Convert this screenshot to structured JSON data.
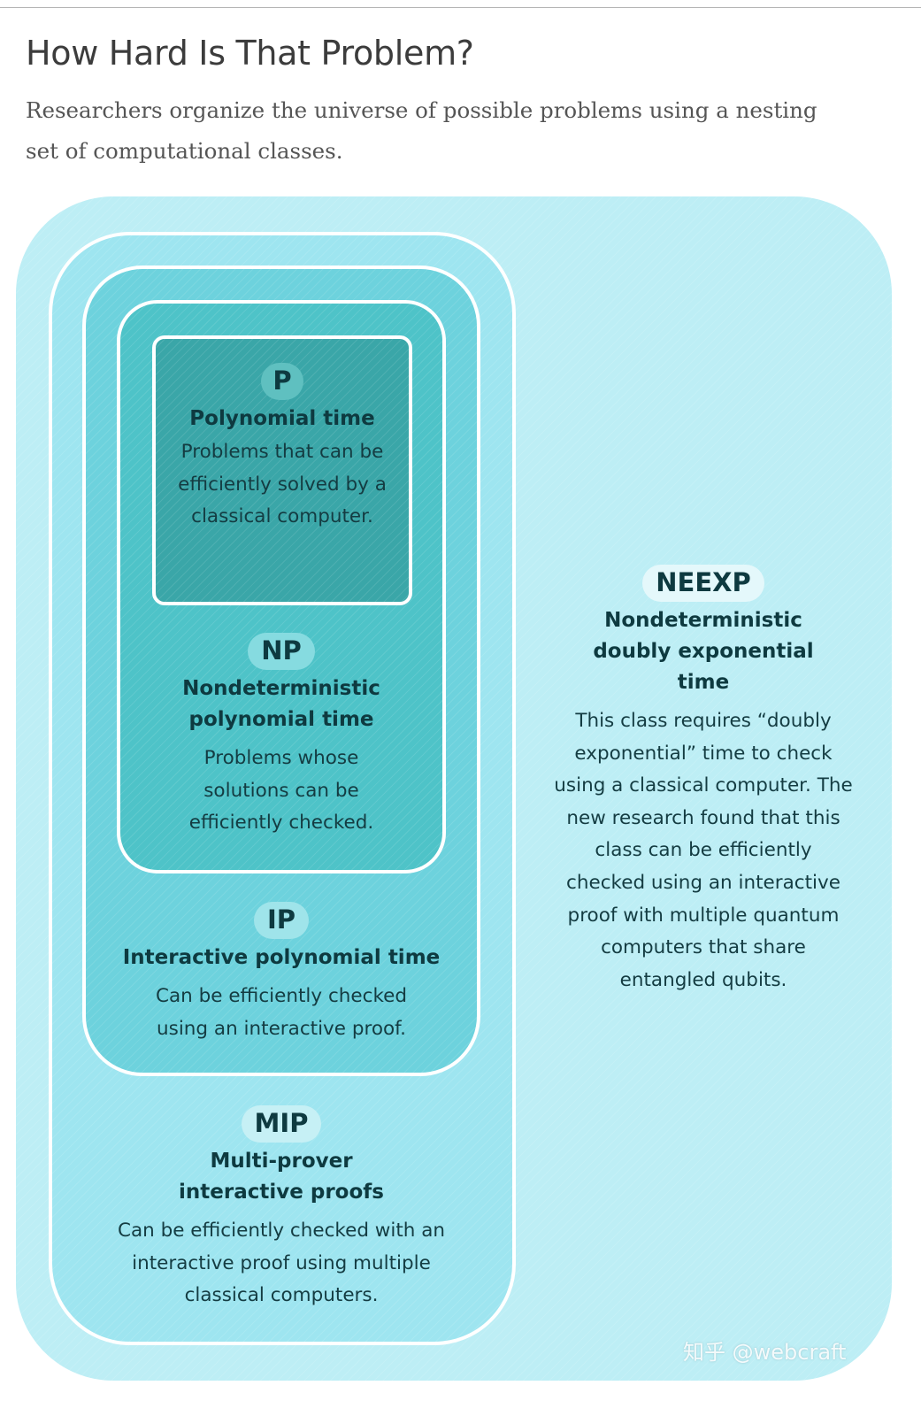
{
  "header": {
    "title": "How Hard Is That Problem?",
    "subtitle": "Researchers organize the universe of possible problems using a nesting set of computational classes."
  },
  "classes": {
    "p": {
      "badge": "P",
      "name": "Polynomial time",
      "description": "Problems that can be efficiently solved by a classical computer."
    },
    "np": {
      "badge": "NP",
      "name": "Nondeterministic polynomial time",
      "description": "Problems whose solutions can be efficiently checked."
    },
    "ip": {
      "badge": "IP",
      "name": "Interactive polynomial time",
      "description": "Can be efficiently checked using an interactive proof."
    },
    "mip": {
      "badge": "MIP",
      "name": "Multi-prover interactive proofs",
      "description": "Can be efficiently checked with an interactive proof using multiple classical computers."
    },
    "neexp": {
      "badge": "NEEXP",
      "name": "Nondeterministic doubly exponential time",
      "description": "This class requires “doubly exponential” time to check using a classical computer. The new research found that this class can be efficiently checked using an interactive proof with multiple quantum computers that share entangled qubits."
    }
  },
  "colors": {
    "neexp_fill": "#bdeef5",
    "mip_fill": "#9ee5f0",
    "ip_fill": "#6dd2dd",
    "np_fill": "#4ec3c8",
    "p_fill": "#3aa6a8",
    "label_text": "#0e3a40",
    "border": "#ffffff"
  },
  "watermark": "知乎 @webcraft"
}
